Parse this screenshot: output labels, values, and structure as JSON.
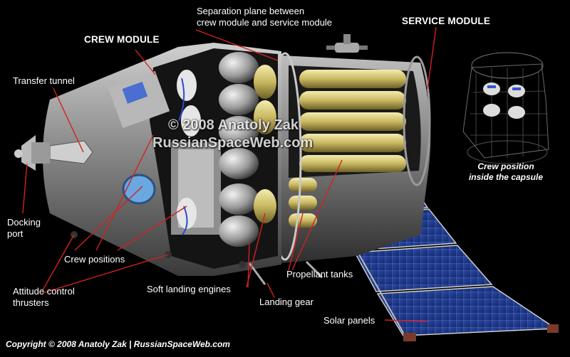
{
  "labels": {
    "separation_line1": "Separation plane between",
    "separation_line2": "crew module and service module",
    "crew_module": "CREW MODULE",
    "service_module": "SERVICE MODULE",
    "transfer_tunnel": "Transfer tunnel",
    "docking_port_line1": "Docking",
    "docking_port_line2": "port",
    "crew_positions": "Crew positions",
    "attitude_line1": "Attitude control",
    "attitude_line2": "thrusters",
    "soft_landing": "Soft landing engines",
    "landing_gear": "Landing gear",
    "propellant_tanks": "Propellant tanks",
    "solar_panels": "Solar panels",
    "crew_inside_line1": "Crew position",
    "crew_inside_line2": "inside the capsule"
  },
  "watermark": {
    "line1": "© 2008 Anatoly Zak",
    "line2": "RussianSpaceWeb.com"
  },
  "copyright": "Copyright © 2008 Anatoly Zak | RussianSpaceWeb.com",
  "colors": {
    "background": "#000000",
    "leader_lines": "#d42020",
    "hull": "#9a9a9a",
    "tanks": "#d8c870",
    "solar": "#1e3a8a"
  }
}
